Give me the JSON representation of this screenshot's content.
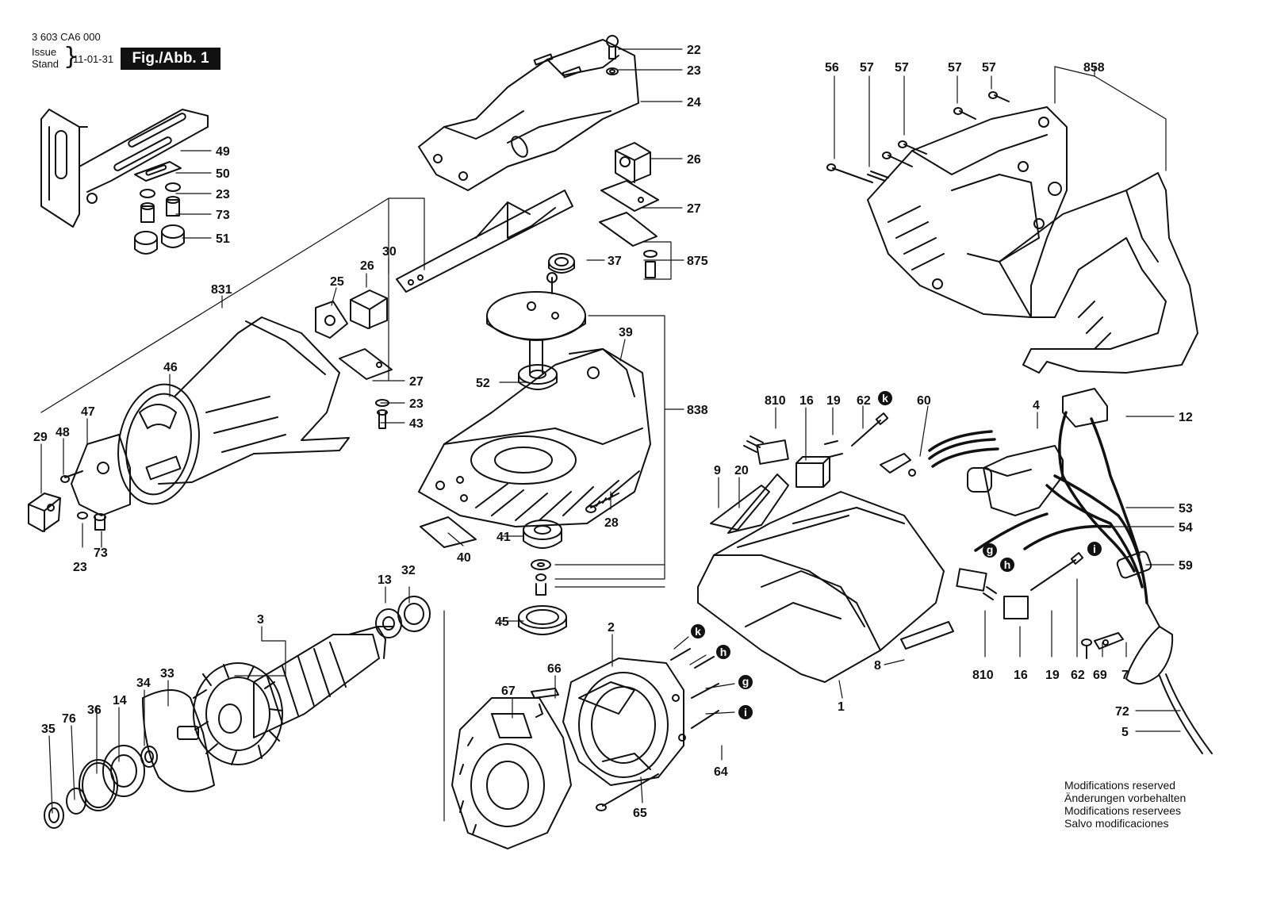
{
  "header": {
    "doc_number": "3 603 CA6 000",
    "issue_label": "Issue",
    "stand_label": "Stand",
    "date": "11-01-31",
    "figure": "Fig./Abb. 1"
  },
  "notes": [
    "Modifications reserved",
    "Änderungen vorbehalten",
    "Modifications reservees",
    "Salvo modificaciones"
  ],
  "callouts": [
    {
      "id": "c22",
      "text": "22"
    },
    {
      "id": "c23a",
      "text": "23"
    },
    {
      "id": "c24",
      "text": "24"
    },
    {
      "id": "c26a",
      "text": "26"
    },
    {
      "id": "c27a",
      "text": "27"
    },
    {
      "id": "c875",
      "text": "875"
    },
    {
      "id": "c37",
      "text": "37"
    },
    {
      "id": "c39",
      "text": "39"
    },
    {
      "id": "c838",
      "text": "838"
    },
    {
      "id": "c52",
      "text": "52"
    },
    {
      "id": "c28",
      "text": "28"
    },
    {
      "id": "c41",
      "text": "41"
    },
    {
      "id": "c45",
      "text": "45"
    },
    {
      "id": "c40",
      "text": "40"
    },
    {
      "id": "c49",
      "text": "49"
    },
    {
      "id": "c50",
      "text": "50"
    },
    {
      "id": "c23b",
      "text": "23"
    },
    {
      "id": "c73a",
      "text": "73"
    },
    {
      "id": "c51",
      "text": "51"
    },
    {
      "id": "c30",
      "text": "30"
    },
    {
      "id": "c26b",
      "text": "26"
    },
    {
      "id": "c25",
      "text": "25"
    },
    {
      "id": "c27b",
      "text": "27"
    },
    {
      "id": "c23c",
      "text": "23"
    },
    {
      "id": "c43",
      "text": "43"
    },
    {
      "id": "c831",
      "text": "831"
    },
    {
      "id": "c46",
      "text": "46"
    },
    {
      "id": "c47",
      "text": "47"
    },
    {
      "id": "c48",
      "text": "48"
    },
    {
      "id": "c29",
      "text": "29"
    },
    {
      "id": "c23d",
      "text": "23"
    },
    {
      "id": "c73b",
      "text": "73"
    },
    {
      "id": "c56",
      "text": "56"
    },
    {
      "id": "c57a",
      "text": "57"
    },
    {
      "id": "c57b",
      "text": "57"
    },
    {
      "id": "c57c",
      "text": "57"
    },
    {
      "id": "c57d",
      "text": "57"
    },
    {
      "id": "c858",
      "text": "858"
    },
    {
      "id": "c810a",
      "text": "810"
    },
    {
      "id": "c16a",
      "text": "16"
    },
    {
      "id": "c19a",
      "text": "19"
    },
    {
      "id": "c62a",
      "text": "62"
    },
    {
      "id": "c60",
      "text": "60"
    },
    {
      "id": "c4",
      "text": "4"
    },
    {
      "id": "c12",
      "text": "12"
    },
    {
      "id": "c9",
      "text": "9"
    },
    {
      "id": "c20",
      "text": "20"
    },
    {
      "id": "c53",
      "text": "53"
    },
    {
      "id": "c54",
      "text": "54"
    },
    {
      "id": "c59",
      "text": "59"
    },
    {
      "id": "c8",
      "text": "8"
    },
    {
      "id": "c1",
      "text": "1"
    },
    {
      "id": "c810b",
      "text": "810"
    },
    {
      "id": "c16b",
      "text": "16"
    },
    {
      "id": "c19b",
      "text": "19"
    },
    {
      "id": "c62b",
      "text": "62"
    },
    {
      "id": "c69",
      "text": "69"
    },
    {
      "id": "c7",
      "text": "7"
    },
    {
      "id": "c72",
      "text": "72"
    },
    {
      "id": "c5",
      "text": "5"
    },
    {
      "id": "c3",
      "text": "3"
    },
    {
      "id": "c13",
      "text": "13"
    },
    {
      "id": "c32",
      "text": "32"
    },
    {
      "id": "c33",
      "text": "33"
    },
    {
      "id": "c34",
      "text": "34"
    },
    {
      "id": "c14",
      "text": "14"
    },
    {
      "id": "c36",
      "text": "36"
    },
    {
      "id": "c76",
      "text": "76"
    },
    {
      "id": "c35",
      "text": "35"
    },
    {
      "id": "c2",
      "text": "2"
    },
    {
      "id": "c66",
      "text": "66"
    },
    {
      "id": "c67",
      "text": "67"
    },
    {
      "id": "c65",
      "text": "65"
    },
    {
      "id": "c64",
      "text": "64"
    }
  ],
  "wire_tags": [
    {
      "id": "tk1",
      "text": "k"
    },
    {
      "id": "tg1",
      "text": "g"
    },
    {
      "id": "th1",
      "text": "h"
    },
    {
      "id": "ti1",
      "text": "i"
    },
    {
      "id": "tk2",
      "text": "k"
    },
    {
      "id": "th2",
      "text": "h"
    },
    {
      "id": "tg2",
      "text": "g"
    },
    {
      "id": "ti2",
      "text": "i"
    }
  ]
}
